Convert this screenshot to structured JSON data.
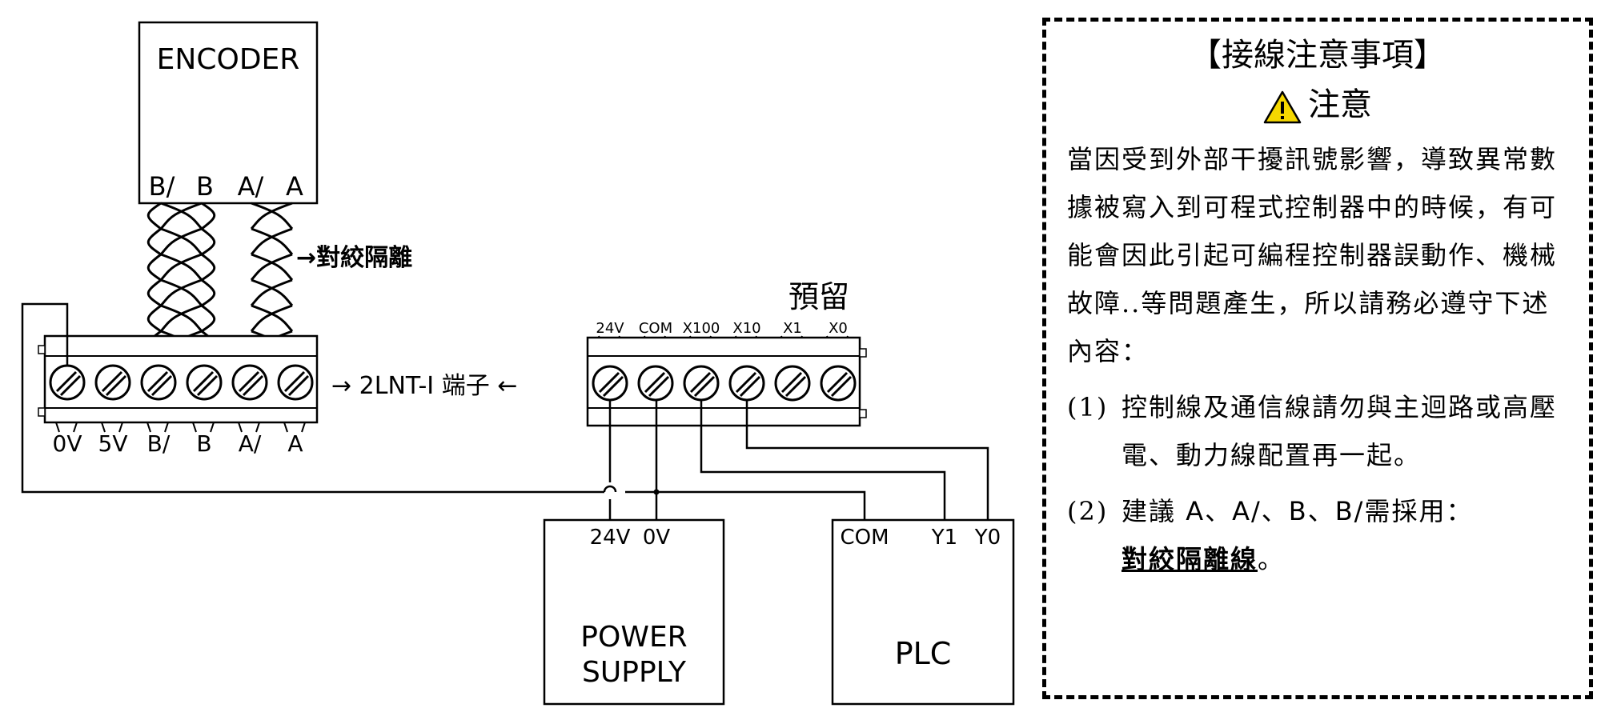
{
  "diagram": {
    "encoder": {
      "title": "ENCODER",
      "pins": [
        "B/",
        "B",
        "A/",
        "A"
      ]
    },
    "twisted_pair_label": "→對絞隔離",
    "left_terminal": {
      "labels": [
        "0V",
        "5V",
        "B/",
        "B",
        "A/",
        "A"
      ]
    },
    "terminal_caption": "→ 2LNT-I 端子 ←",
    "reserved_label": "預留",
    "right_terminal": {
      "labels": [
        "24V",
        "COM",
        "X100",
        "X10",
        "X1",
        "X0"
      ]
    },
    "power_supply": {
      "pins": [
        "24V",
        "0V"
      ],
      "name_line1": "POWER",
      "name_line2": "SUPPLY"
    },
    "plc": {
      "pins": [
        "COM",
        "Y1",
        "Y0"
      ],
      "name": "PLC"
    }
  },
  "notes": {
    "title": "【接線注意事項】",
    "caution_title": "注意",
    "warning_icon": "warning-triangle-icon",
    "warning_color": "#f5d800",
    "intro": "當因受到外部干擾訊號影響，導致異常數據被寫入到可程式控制器中的時候，有可能會因此引起可編程控制器誤動作、機械故障..等問題產生，所以請務必遵守下述內容：",
    "rule1_num": "(1)",
    "rule1_text": "控制線及通信線請勿與主迴路或高壓電、動力線配置再一起。",
    "rule2_num": "(2)",
    "rule2_prefix": "建議",
    "rule2_signals": "A、A/、B、B/",
    "rule2_suffix": "需採用：",
    "rule2_emphasis": "對絞隔離線",
    "rule2_end": "。"
  }
}
